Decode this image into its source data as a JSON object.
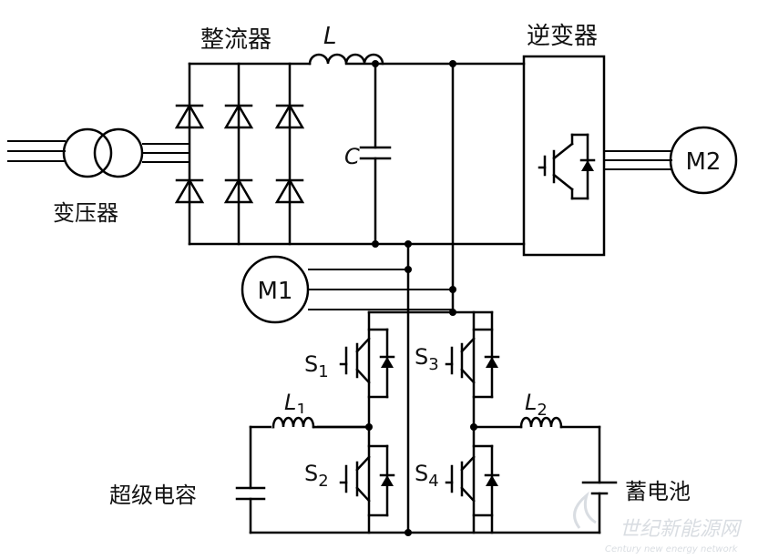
{
  "labels": {
    "rectifier": "整流器",
    "inverter": "逆变器",
    "transformer": "变压器",
    "inductor_L": "L",
    "capacitor_C": "C",
    "motor_m1": "M1",
    "motor_m2": "M2",
    "s1_main": "S",
    "s1_sub": "1",
    "s2_main": "S",
    "s2_sub": "2",
    "s3_main": "S",
    "s3_sub": "3",
    "s4_main": "S",
    "s4_sub": "4",
    "l1_main": "L",
    "l1_sub": "1",
    "l2_main": "L",
    "l2_sub": "2",
    "supercapacitor": "超级电容",
    "battery": "蓄电池"
  },
  "watermark": {
    "title": "世纪新能源网",
    "subtitle": "Century new energy network"
  }
}
